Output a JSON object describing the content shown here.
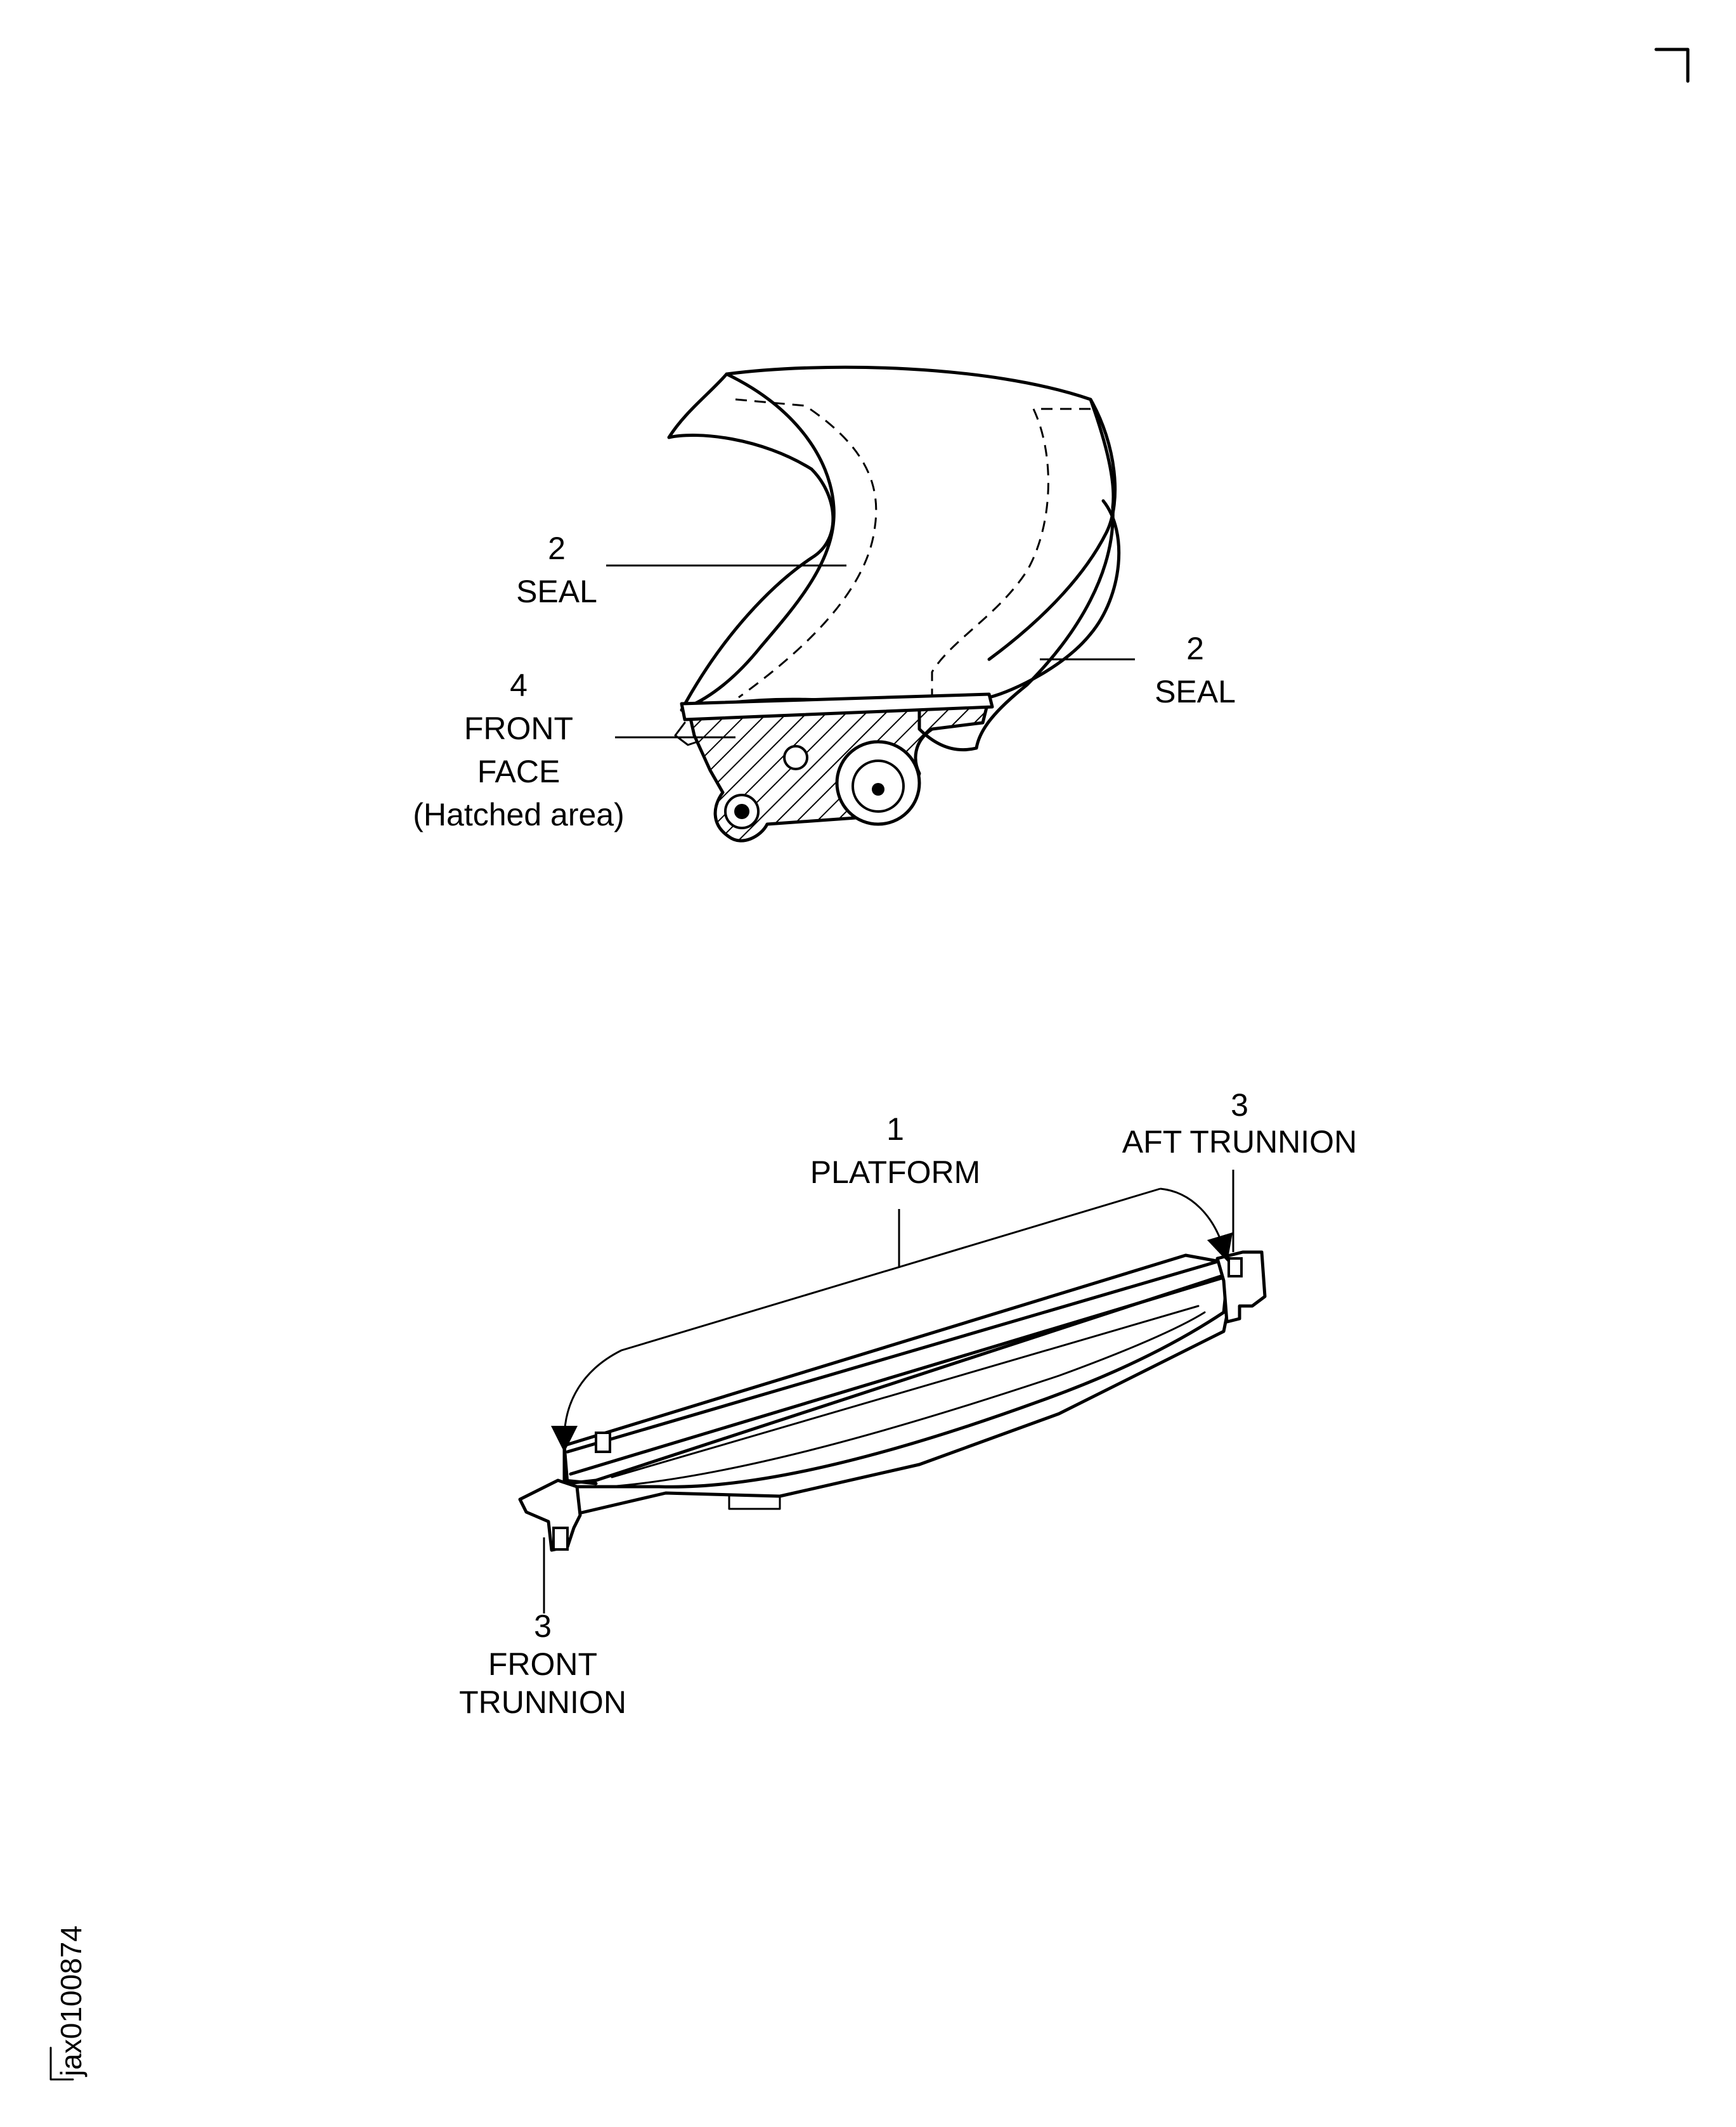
{
  "figure_id": "jax0100874",
  "upper_view": {
    "callouts": [
      {
        "number": "2",
        "lines": [
          "SEAL"
        ]
      },
      {
        "number": "2",
        "lines": [
          "SEAL"
        ]
      },
      {
        "number": "4",
        "lines": [
          "FRONT",
          "FACE",
          "(Hatched area)"
        ]
      }
    ]
  },
  "lower_view": {
    "callouts": [
      {
        "number": "1",
        "lines": [
          "PLATFORM"
        ]
      },
      {
        "number": "3",
        "lines": [
          "AFT TRUNNION"
        ]
      },
      {
        "number": "3",
        "lines": [
          "FRONT",
          "TRUNNION"
        ]
      }
    ]
  }
}
